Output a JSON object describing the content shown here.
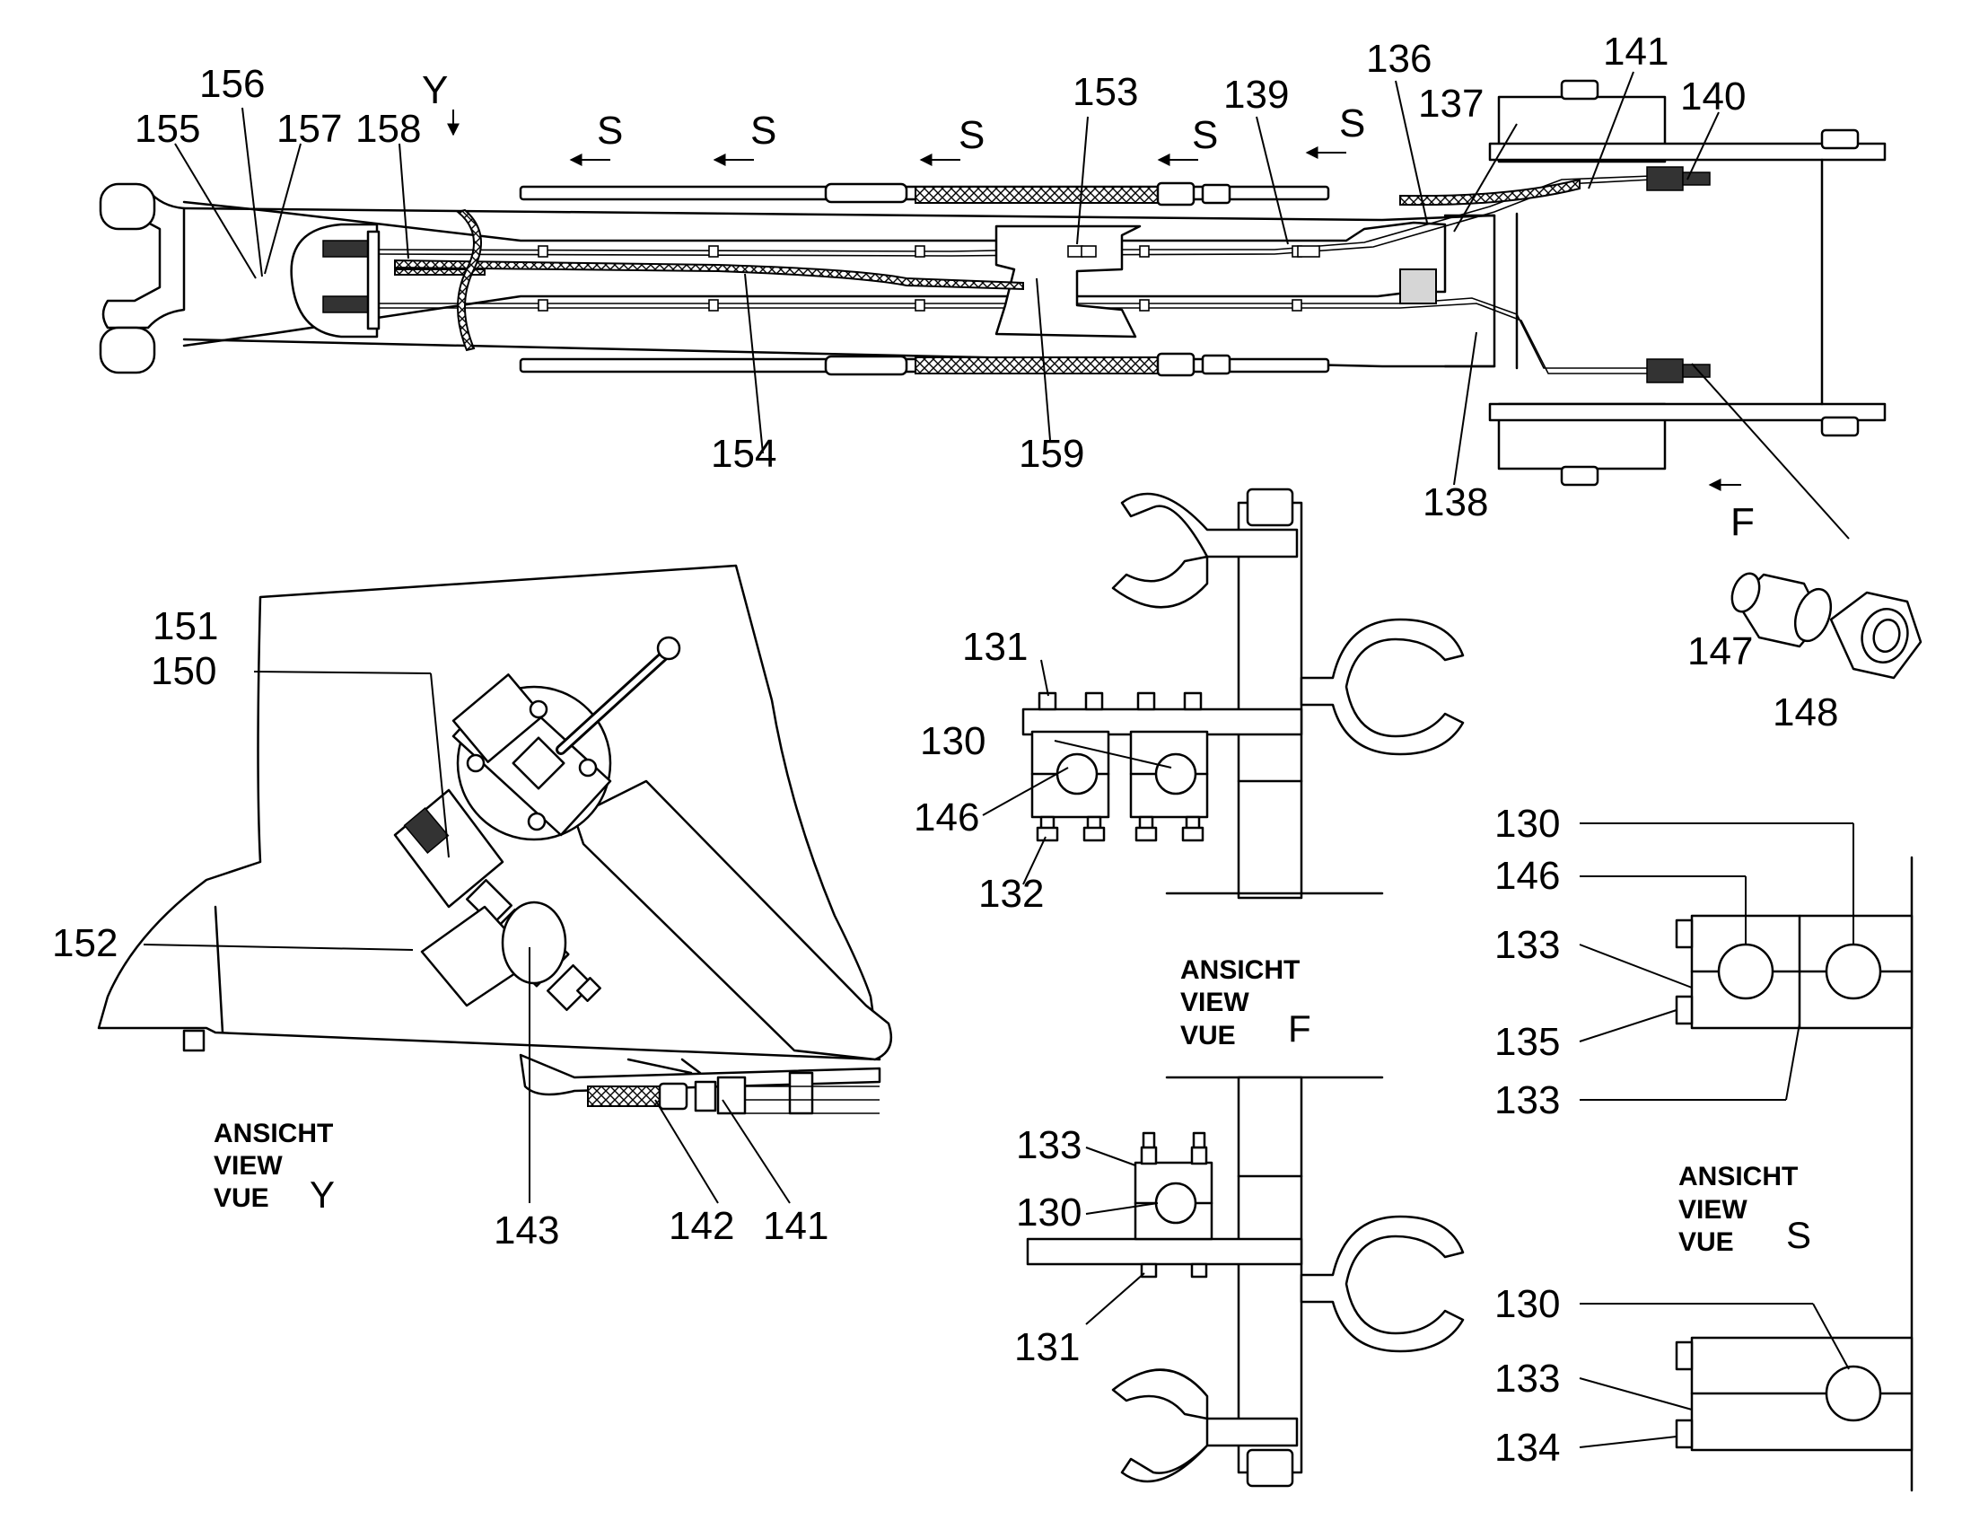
{
  "callouts": {
    "n130a": "130",
    "n130b": "130",
    "n130c": "130",
    "n130d": "130",
    "n131a": "131",
    "n131b": "131",
    "n132": "132",
    "n133a": "133",
    "n133b": "133",
    "n133c": "133",
    "n133d": "133",
    "n134": "134",
    "n135": "135",
    "n136": "136",
    "n137": "137",
    "n138": "138",
    "n139": "139",
    "n140": "140",
    "n141a": "141",
    "n141b": "141",
    "n142": "142",
    "n143": "143",
    "n146a": "146",
    "n146b": "146",
    "n147": "147",
    "n148": "148",
    "n150": "150",
    "n151": "151",
    "n152": "152",
    "n153": "153",
    "n154": "154",
    "n155": "155",
    "n156": "156",
    "n157": "157",
    "n158": "158",
    "n159": "159"
  },
  "view_markers": {
    "Y": "Y",
    "F": "F",
    "S1": "S",
    "S2": "S",
    "S3": "S",
    "S4": "S",
    "S5": "S"
  },
  "view_captions": {
    "Y": {
      "ansicht": "ANSICHT",
      "view": "VIEW",
      "vue": "VUE",
      "letter": "Y"
    },
    "F": {
      "ansicht": "ANSICHT",
      "view": "VIEW",
      "vue": "VUE",
      "letter": "F"
    },
    "S": {
      "ansicht": "ANSICHT",
      "view": "VIEW",
      "vue": "VUE",
      "letter": "S"
    }
  }
}
